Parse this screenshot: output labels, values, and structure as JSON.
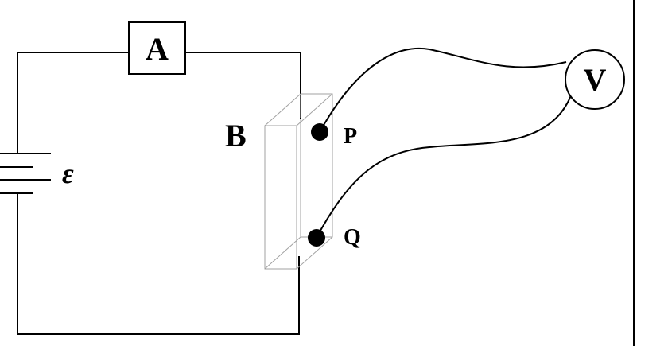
{
  "labels": {
    "ammeter": "A",
    "voltmeter": "V",
    "block": "B",
    "point_p": "P",
    "point_q": "Q",
    "emf": "ε"
  },
  "colors": {
    "wire": "#000000",
    "block_edges": "#a0a0a0",
    "background": "#ffffff"
  }
}
